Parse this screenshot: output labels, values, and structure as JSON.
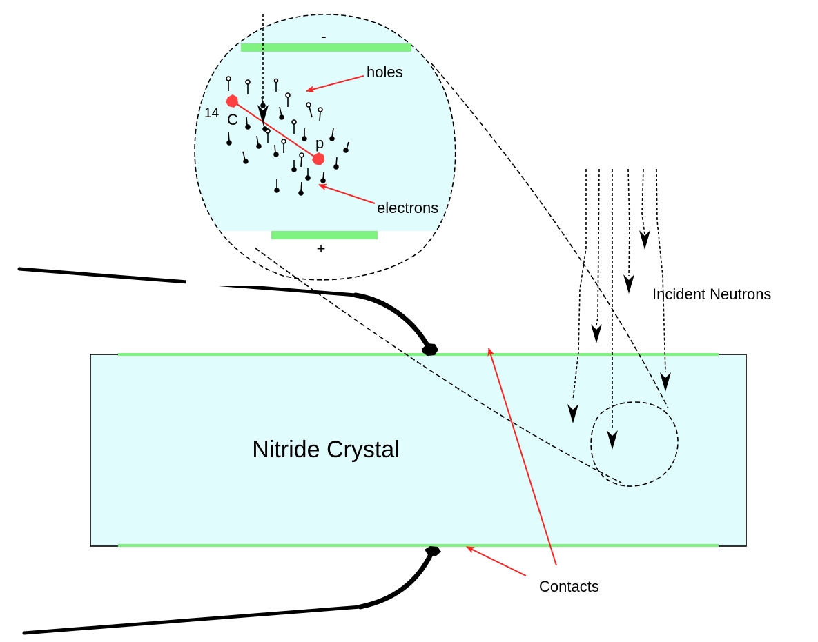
{
  "diagram": {
    "crystal_label": "Nitride Crystal",
    "neutrons_label": "Incident Neutrons",
    "contacts_label": "Contacts",
    "holes_label": "holes",
    "electrons_label": "electrons",
    "minus_sign": "-",
    "plus_sign": "+",
    "isotope_mass": "14",
    "isotope_symbol": "C",
    "proton_label": "p"
  },
  "colors": {
    "crystal_fill": "#e0fcfd",
    "contact_green": "#7ff27f",
    "annotation_red": "#ff2020",
    "particle_red": "#ff4040"
  }
}
